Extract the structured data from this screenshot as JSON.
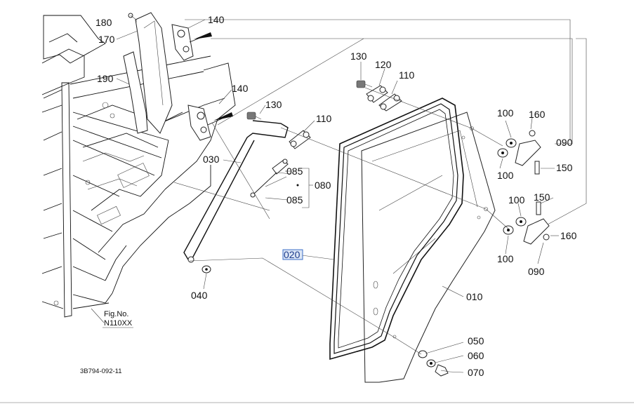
{
  "parts": [
    {
      "id": "p180",
      "label": "180"
    },
    {
      "id": "p170",
      "label": "170"
    },
    {
      "id": "p140a",
      "label": "140"
    },
    {
      "id": "p190",
      "label": "190"
    },
    {
      "id": "p140b",
      "label": "140"
    },
    {
      "id": "p130a",
      "label": "130"
    },
    {
      "id": "p120",
      "label": "120"
    },
    {
      "id": "p110a",
      "label": "110"
    },
    {
      "id": "p130b",
      "label": "130"
    },
    {
      "id": "p110b",
      "label": "110"
    },
    {
      "id": "p100a",
      "label": "100"
    },
    {
      "id": "p160a",
      "label": "160"
    },
    {
      "id": "p090a",
      "label": "090"
    },
    {
      "id": "p100b",
      "label": "100"
    },
    {
      "id": "p150a",
      "label": "150"
    },
    {
      "id": "p030",
      "label": "030"
    },
    {
      "id": "p085a",
      "label": "085"
    },
    {
      "id": "p080",
      "label": "080"
    },
    {
      "id": "p085b",
      "label": "085"
    },
    {
      "id": "p100c",
      "label": "100"
    },
    {
      "id": "p150b",
      "label": "150"
    },
    {
      "id": "p160b",
      "label": "160"
    },
    {
      "id": "p100d",
      "label": "100"
    },
    {
      "id": "p090b",
      "label": "090"
    },
    {
      "id": "p020",
      "label": "020"
    },
    {
      "id": "p040",
      "label": "040"
    },
    {
      "id": "p010",
      "label": "010"
    },
    {
      "id": "p050",
      "label": "050"
    },
    {
      "id": "p060",
      "label": "060"
    },
    {
      "id": "p070",
      "label": "070"
    }
  ],
  "figure_ref": {
    "line1": "Fig.No.",
    "line2": "N110XX"
  },
  "drawing_code": "3B794-092-11"
}
